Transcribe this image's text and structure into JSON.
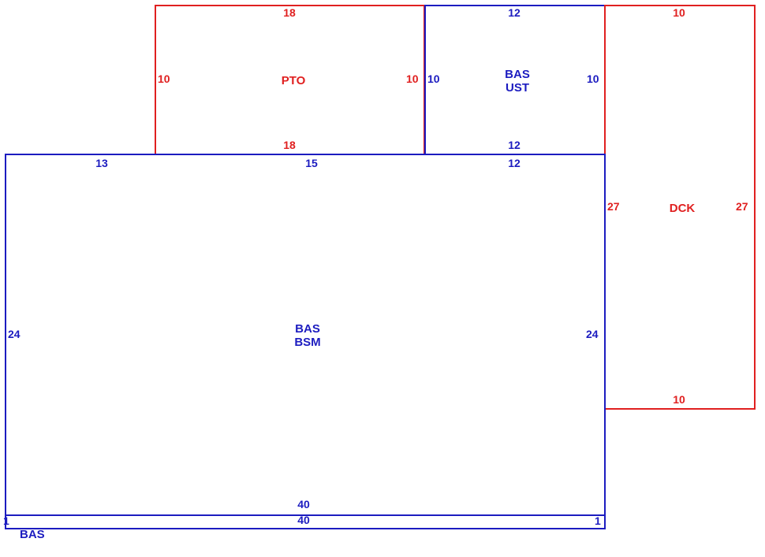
{
  "colors": {
    "red": "#e02020",
    "blue": "#1c1cc0"
  },
  "areas": {
    "pto": {
      "name": "PTO",
      "top": "18",
      "bottom": "18",
      "left": "10",
      "right": "10"
    },
    "bas_ust": {
      "name_line1": "BAS",
      "name_line2": "UST",
      "top": "12",
      "bottom": "12",
      "left": "10",
      "right": "10"
    },
    "dck": {
      "name": "DCK",
      "top": "10",
      "bottom": "10",
      "left": "27",
      "right": "27"
    },
    "bas_bsm": {
      "name_line1": "BAS",
      "name_line2": "BSM",
      "top_segment_1": "13",
      "top_segment_2": "15",
      "top_segment_3": "12",
      "left": "24",
      "right": "24",
      "bottom": "40"
    },
    "bas_strip": {
      "name": "BAS",
      "top": "40",
      "left": "1",
      "right": "1"
    }
  }
}
